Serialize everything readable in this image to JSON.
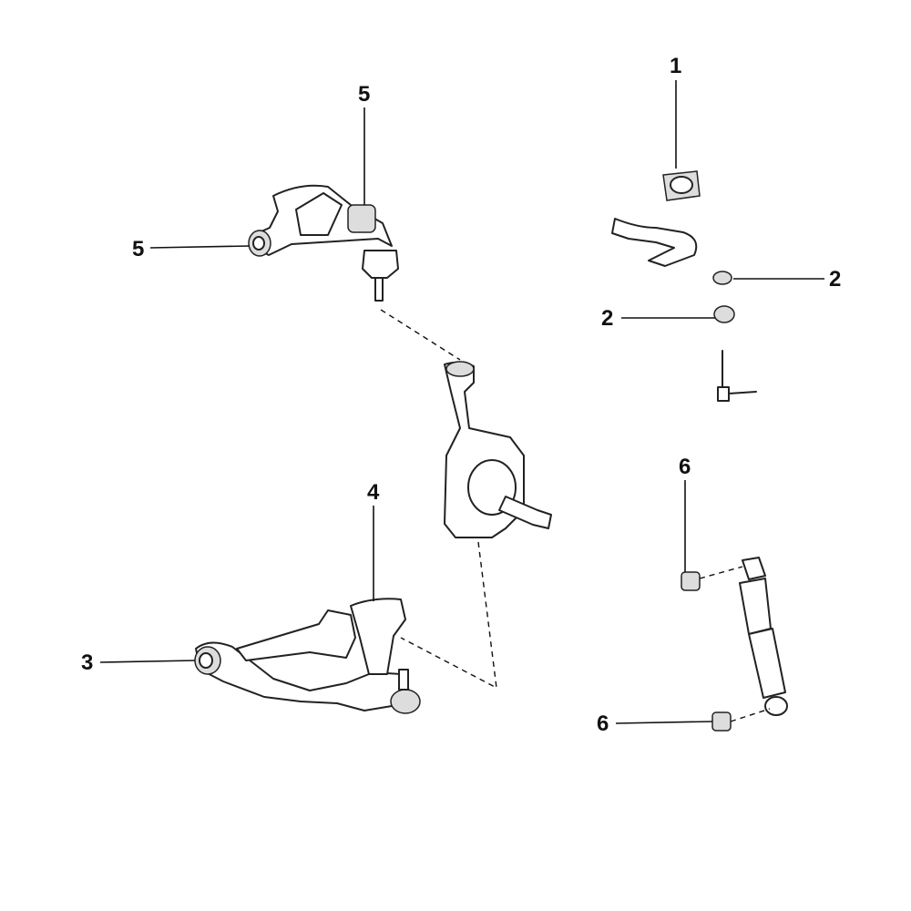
{
  "callouts": [
    {
      "id": "stabilizer-bushing",
      "label": "1"
    },
    {
      "id": "stabilizer-link-bushing-upper",
      "label": "2"
    },
    {
      "id": "stabilizer-link-bushing-lower",
      "label": "2"
    },
    {
      "id": "lower-arm-bushing",
      "label": "3"
    },
    {
      "id": "lower-ball-joint",
      "label": "4"
    },
    {
      "id": "upper-arm-bushing-rear",
      "label": "5"
    },
    {
      "id": "upper-arm-bushing-front",
      "label": "5"
    },
    {
      "id": "shock-bushing-upper",
      "label": "6"
    },
    {
      "id": "shock-bushing-lower",
      "label": "6"
    }
  ]
}
